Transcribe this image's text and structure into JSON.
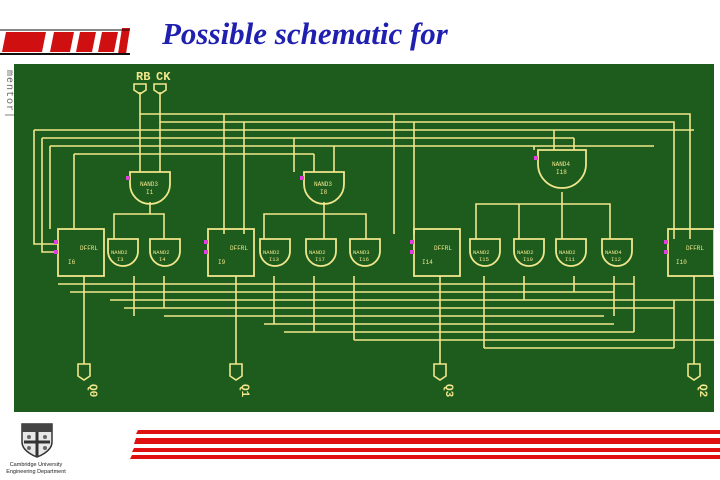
{
  "header": {
    "title": "Possible schematic for"
  },
  "side_label": "mentor|",
  "schematic": {
    "inputs": [
      "RB",
      "CK"
    ],
    "outputs": [
      "Q0",
      "Q1",
      "Q3",
      "Q2"
    ],
    "flipflops": [
      {
        "type": "DFFRL",
        "id": "I6"
      },
      {
        "type": "DFFRL",
        "id": "I9"
      },
      {
        "type": "DFFRL",
        "id": "I14"
      },
      {
        "type": "DFFRL",
        "id": "I10"
      }
    ],
    "gates_top": [
      {
        "type": "NAND3",
        "id": "I1"
      },
      {
        "type": "NAND3",
        "id": "I8"
      },
      {
        "type": "NAND4",
        "id": "I18"
      }
    ],
    "gates_low": [
      {
        "type": "NAND2",
        "id": "I3"
      },
      {
        "type": "NAND2",
        "id": "I4"
      },
      {
        "type": "NAND2",
        "id": "I13"
      },
      {
        "type": "NAND2",
        "id": "I17"
      },
      {
        "type": "NAND3",
        "id": "I16"
      },
      {
        "type": "NAND2",
        "id": "I15"
      },
      {
        "type": "NAND2",
        "id": "I10"
      },
      {
        "type": "NAND2",
        "id": "I11"
      },
      {
        "type": "NAND4",
        "id": "I12"
      }
    ]
  },
  "footer": {
    "institution_line1": "Cambridge University",
    "institution_line2": "Engineering Department"
  },
  "colors": {
    "title": "#1f1fb0",
    "schematic_bg": "#1e5c1e",
    "wire": "#f0e68c",
    "pin": "#e040e0",
    "stripe": "#e01010",
    "logo": "#d01010"
  }
}
